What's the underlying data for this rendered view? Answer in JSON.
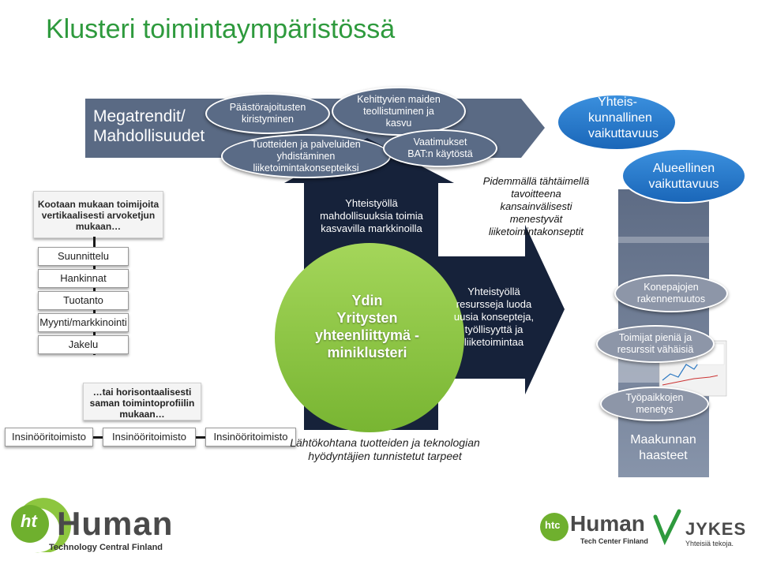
{
  "title": "Klusteri toimintaympäristössä",
  "megatrends": {
    "label_line1": "Megatrendit/",
    "label_line2": "Mahdollisuudet"
  },
  "top_ovals": {
    "paastorajoitusten": "Päästörajoitusten kiristyminen",
    "tuotteiden": "Tuotteiden ja palveluiden yhdistäminen liiketoimintakonsepteiksi",
    "kehittyvien": "Kehittyvien maiden teollistuminen ja kasvu",
    "vaatimukset": "Vaatimukset BAT:n käytöstä"
  },
  "yhteis_kunnallinen": "Yhteis-kunnallinen vaikuttavuus",
  "alueellinen": "Alueellinen vaikuttavuus",
  "value_chain": {
    "kootaan": "Kootaan mukaan toimijoita vertikaalisesti arvoketjun mukaan…",
    "steps": [
      "Suunnittelu",
      "Hankinnat",
      "Tuotanto",
      "Myynti/markkinointi",
      "Jakelu"
    ]
  },
  "horizontal": {
    "label": "…tai horisontaalisesti saman toimintoprofiilin mukaan…",
    "items": [
      "Insinööritoimisto",
      "Insinööritoimisto",
      "Insinööritoimisto"
    ]
  },
  "up_arrow_text": "Yhteistyöllä mahdollisuuksia toimia kasvavilla markkinoilla",
  "core": {
    "line1": "Ydin",
    "line2": "Yritysten",
    "line3": "yhteenliittymä -",
    "line4": "miniklusteri"
  },
  "right_arrow_text": "Yhteistyöllä resursseja luoda uusia konsepteja, työllisyyttä ja liiketoimintaa",
  "pidemmalla": "Pidemmällä tähtäimellä tavoitteena kansainvälisesti menestyvät liiketoimintakonseptit",
  "start_point": "Lähtökohtana tuotteiden ja teknologian hyödyntäjien tunnistetut tarpeet",
  "regional": {
    "konepajojen": "Konepajojen rakennemuutos",
    "toimijat": "Toimijat pieniä ja resurssit vähäisiä",
    "tyopaikkojen": "Työpaikkojen menetys",
    "maakunnan": "Maakunnan haasteet"
  },
  "logos": {
    "human_main": "Human",
    "human_sub": "Technology Central Finland",
    "ht_mark": "ht",
    "human_right": "Human",
    "human_right_sub": "Tech Center Finland",
    "htc_mark": "htc",
    "jykes": "JYKES",
    "jykes_sub": "Yhteisiä tekoja."
  },
  "colors": {
    "title_green": "#2e9a3d",
    "dark_navy": "#16223a",
    "slate": "#5a6a84",
    "core_green": "#8dc63f",
    "light_blue": "#1f73c6",
    "column_gray": "#7a879c"
  }
}
